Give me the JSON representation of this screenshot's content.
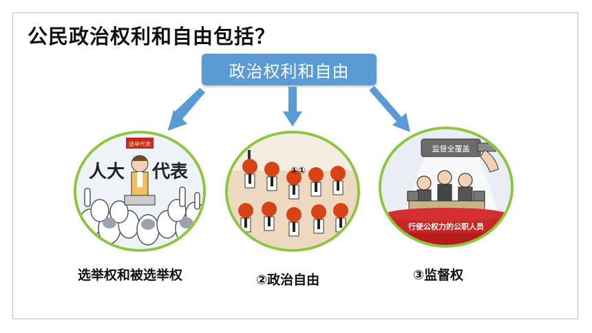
{
  "slide": {
    "title": "公民政治权利和自由包括？",
    "topic": "政治权利和自由"
  },
  "items": [
    {
      "caption": "选举权和被选举权",
      "illustration_texts": {
        "sign_left": "人大",
        "sign_right": "代表",
        "banner": "选举代表"
      }
    },
    {
      "caption": "②政治自由",
      "illustration_texts": {
        "marker": "①①"
      }
    },
    {
      "caption": "③监督权",
      "illustration_texts": {
        "magnifier": "监督全覆盖",
        "table_sign": "行使公权力的公职人员"
      }
    }
  ],
  "colors": {
    "topic_box": "#5b9bd5",
    "arrow": "#5b9bd5",
    "circle_border": "#8cc63f",
    "stage_red": "#c62828"
  }
}
